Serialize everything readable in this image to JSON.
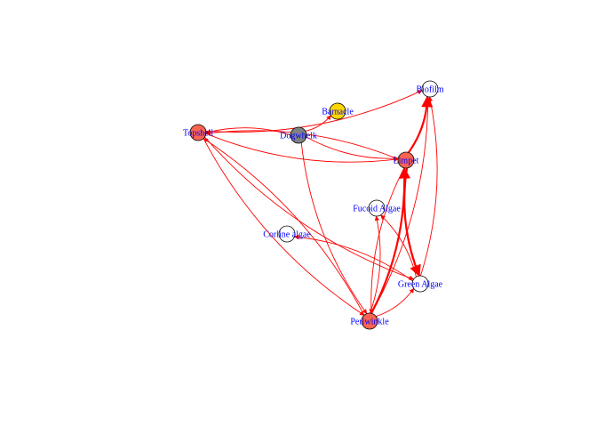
{
  "graph": {
    "edge_color": "#ff0000",
    "label_color": "#0000ff",
    "nodes": [
      {
        "id": "Biofilm",
        "label": "Biofilm",
        "color": "#ffffff"
      },
      {
        "id": "Barnacle",
        "label": "Barnacle",
        "color": "#ffd700"
      },
      {
        "id": "Topshell",
        "label": "Topshell",
        "color": "#fa6450"
      },
      {
        "id": "Dogwhelk",
        "label": "Dogwhelk",
        "color": "#808080"
      },
      {
        "id": "Limpet",
        "label": "Limpet",
        "color": "#fa6450"
      },
      {
        "id": "Fucoid",
        "label": "Fucoid Algae",
        "color": "#ffffff"
      },
      {
        "id": "Coralline",
        "label": "Corline algae",
        "color": "#ffffff"
      },
      {
        "id": "Green",
        "label": "Green Algae",
        "color": "#ffffff"
      },
      {
        "id": "Periwinkle",
        "label": "Periwinkle",
        "color": "#fa6450"
      }
    ],
    "edges": [
      {
        "from": "Topshell",
        "to": "Biofilm",
        "weight": 1
      },
      {
        "from": "Dogwhelk",
        "to": "Barnacle",
        "weight": 1
      },
      {
        "from": "Dogwhelk",
        "to": "Topshell",
        "weight": 1
      },
      {
        "from": "Dogwhelk",
        "to": "Limpet",
        "weight": 1
      },
      {
        "from": "Topshell",
        "to": "Limpet",
        "weight": 1
      },
      {
        "from": "Limpet",
        "to": "Topshell",
        "weight": 1
      },
      {
        "from": "Limpet",
        "to": "Biofilm",
        "weight": 3
      },
      {
        "from": "Limpet",
        "to": "Green",
        "weight": 3
      },
      {
        "from": "Green",
        "to": "Biofilm",
        "weight": 1
      },
      {
        "from": "Periwinkle",
        "to": "Limpet",
        "weight": 3
      },
      {
        "from": "Periwinkle",
        "to": "Biofilm",
        "weight": 1
      },
      {
        "from": "Periwinkle",
        "to": "Fucoid",
        "weight": 1
      },
      {
        "from": "Periwinkle",
        "to": "Green",
        "weight": 1
      },
      {
        "from": "Green",
        "to": "Coralline",
        "weight": 1
      },
      {
        "from": "Topshell",
        "to": "Green",
        "weight": 1
      },
      {
        "from": "Topshell",
        "to": "Periwinkle",
        "weight": 1
      },
      {
        "from": "Periwinkle",
        "to": "Topshell",
        "weight": 1
      },
      {
        "from": "Dogwhelk",
        "to": "Periwinkle",
        "weight": 1
      },
      {
        "from": "Green",
        "to": "Fucoid",
        "weight": 1
      },
      {
        "from": "Limpet",
        "to": "Periwinkle",
        "weight": 1
      }
    ]
  }
}
